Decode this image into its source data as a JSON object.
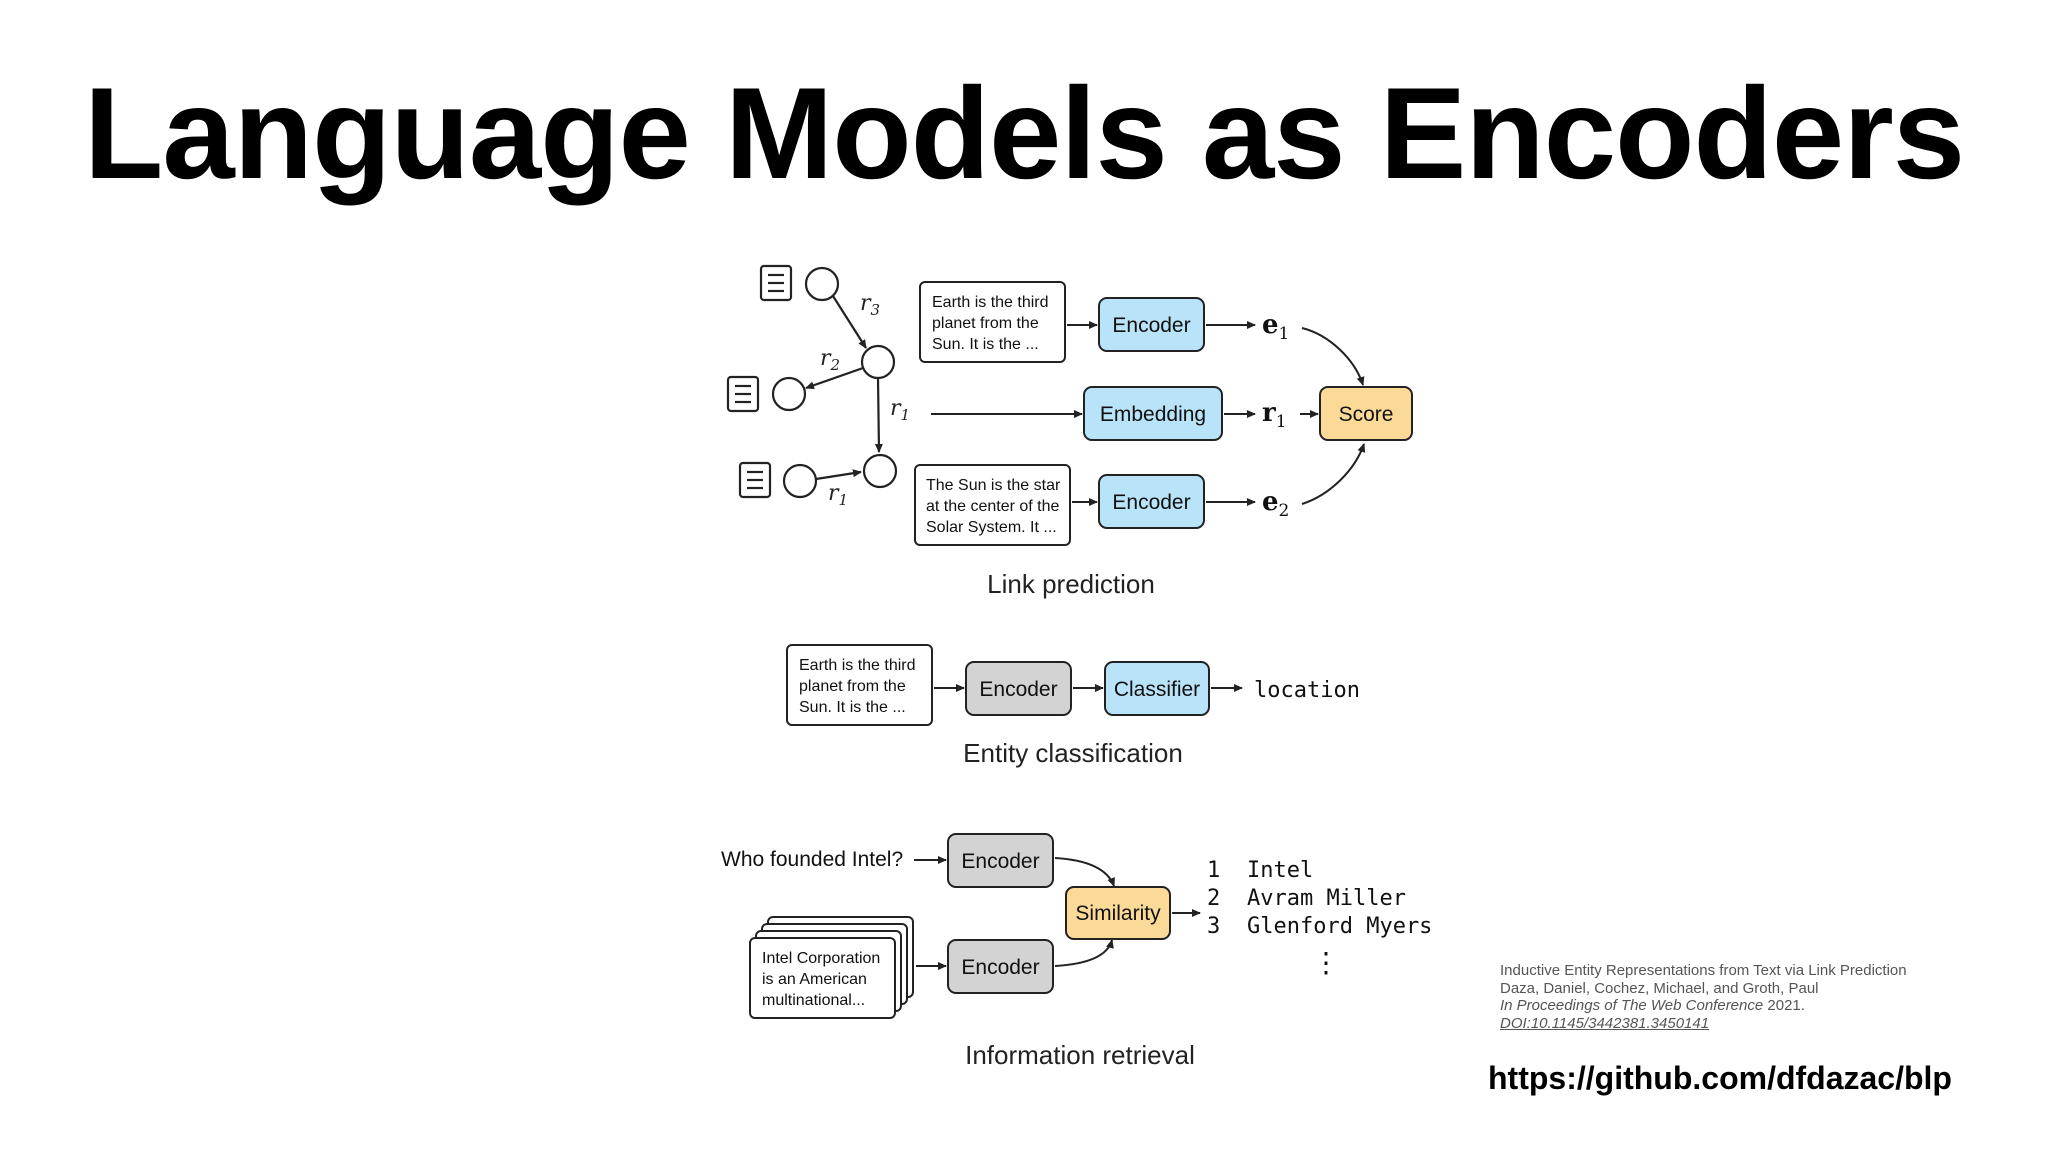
{
  "title": "Language Models as Encoders",
  "colors": {
    "encoder_blue": "#b9e3f8",
    "encoder_gray": "#d3d3d3",
    "score_orange": "#fbd997",
    "stroke": "#222222"
  },
  "link_prediction": {
    "caption": "Link prediction",
    "text1": [
      "Earth is the third",
      "planet from the",
      "Sun. It is the ..."
    ],
    "text2": [
      "The Sun is the star",
      "at the center of the",
      "Solar System. It ..."
    ],
    "encoder_label": "Encoder",
    "embedding_label": "Embedding",
    "score_label": "Score",
    "e1_label": "e",
    "e1_sub": "1",
    "r1_label": "r",
    "r1_sub": "1",
    "e2_label": "e",
    "e2_sub": "2",
    "graph_labels": [
      {
        "r": "r",
        "sub": "3"
      },
      {
        "r": "r",
        "sub": "2"
      },
      {
        "r": "r",
        "sub": "1"
      },
      {
        "r": "r",
        "sub": "1"
      }
    ]
  },
  "entity_classification": {
    "caption": "Entity classification",
    "text": [
      "Earth is the third",
      "planet from the",
      "Sun. It is the ..."
    ],
    "encoder_label": "Encoder",
    "classifier_label": "Classifier",
    "output": "location"
  },
  "information_retrieval": {
    "caption": "Information retrieval",
    "query": "Who founded Intel?",
    "doc_text": [
      "Intel Corporation",
      "is an American",
      "multinational..."
    ],
    "encoder_label": "Encoder",
    "similarity_label": "Similarity",
    "results": [
      {
        "rank": "1",
        "name": "Intel"
      },
      {
        "rank": "2",
        "name": "Avram Miller"
      },
      {
        "rank": "3",
        "name": "Glenford Myers"
      }
    ],
    "ellipsis": "⋮"
  },
  "reference": {
    "line1": "Inductive Entity Representations from Text via Link Prediction",
    "line2": "Daza, Daniel, Cochez, Michael, and Groth, Paul",
    "line3_italic": "In Proceedings of The Web Conference",
    "line3_year": " 2021.",
    "line4": "DOI:10.1145/3442381.3450141"
  },
  "url": "https://github.com/dfdazac/blp"
}
